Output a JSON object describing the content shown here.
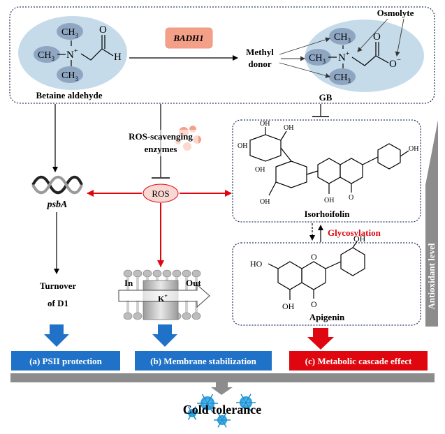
{
  "top": {
    "betaine_label": "Betaine aldehyde",
    "ch3": "CH",
    "ch3_sub": "3",
    "n_plus": "N",
    "plus": "+",
    "h": "H",
    "o": "O",
    "enzyme": "BADH1",
    "methyl_line1": "Methyl",
    "methyl_line2": "donor",
    "osmolyte": "Osmolyte",
    "o_minus": "−",
    "gb": "GB"
  },
  "middle": {
    "ros_enzymes_line1": "ROS-scavenging",
    "ros_enzymes_line2": "enzymes",
    "ros": "ROS",
    "psba": "psbA",
    "turnover_line1": "Turnover",
    "turnover_line2": "of D1",
    "membrane_in": "In",
    "membrane_out": "Out",
    "k_plus": "K",
    "k_sup": "+"
  },
  "right": {
    "isorhoifolin": "Isorhoifolin",
    "glycosylation": "Glycosylation",
    "apigenin": "Apigenin",
    "antioxidant": "Antioxidant level",
    "oh": "OH",
    "ho": "HO",
    "o": "O"
  },
  "effects": {
    "a": "(a) PSII protection",
    "b": "(b) Membrane stabilization",
    "c": "(c) Metabolic cascade effect"
  },
  "result": "Cold tolerance",
  "colors": {
    "blue": "#1f72c8",
    "red": "#e0060f",
    "ellipse": "#c5dbea",
    "salmon": "#f4a088",
    "ros_fill": "#f9d7d2",
    "gray": "#8c8c8c",
    "navy": "#2b3a67"
  }
}
